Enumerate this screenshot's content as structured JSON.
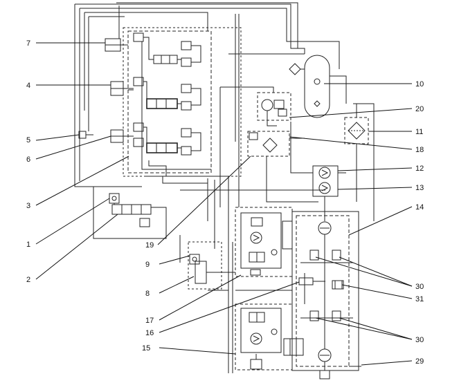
{
  "diagram": {
    "labels": {
      "n1": "1",
      "n2": "2",
      "n3": "3",
      "n4": "4",
      "n5": "5",
      "n6": "6",
      "n7": "7",
      "n8": "8",
      "n9": "9",
      "n10": "10",
      "n11": "11",
      "n12": "12",
      "n13": "13",
      "n14": "14",
      "n15": "15",
      "n16": "16",
      "n17": "17",
      "n18": "18",
      "n19": "19",
      "n20": "20",
      "n29": "29",
      "n30a": "30",
      "n30b": "30",
      "n31": "31"
    }
  }
}
